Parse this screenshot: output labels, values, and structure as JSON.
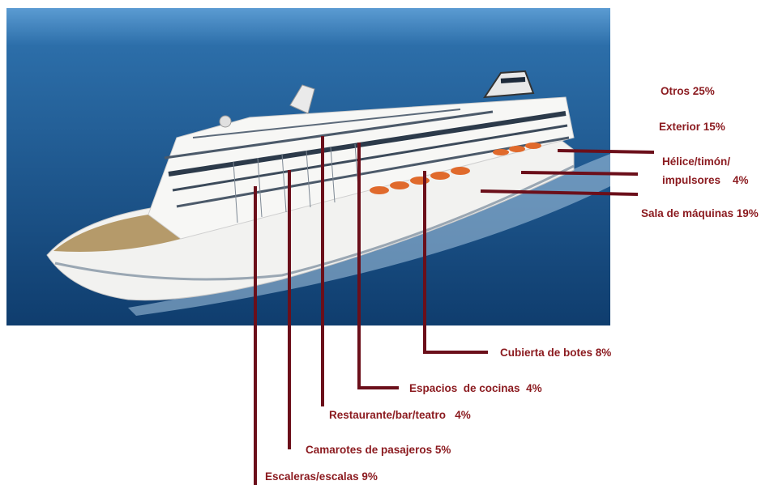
{
  "colors": {
    "label_text": "#8b1a1f",
    "leader_line": "#6b0f1a",
    "sea": "#1f5f99",
    "sky": "#3f86c4",
    "hull": "#f2f2f0",
    "deck_wood": "#b59a6a",
    "lifeboat": "#e06a2c"
  },
  "labels": {
    "otros": "Otros 25%",
    "exterior": "Exterior 15%",
    "helice_line1": "Hélice/timón/",
    "helice_line2": "impulsores    4%",
    "sala_maquinas": "Sala de máquinas 19%",
    "cubierta_botes": "Cubierta de botes 8%",
    "espacios_cocinas": "Espacios  de cocinas  4%",
    "restaurante": "Restaurante/bar/teatro   4%",
    "camarotes": "Camarotes de pasajeros 5%",
    "escaleras": "Escaleras/escalas 9%"
  }
}
